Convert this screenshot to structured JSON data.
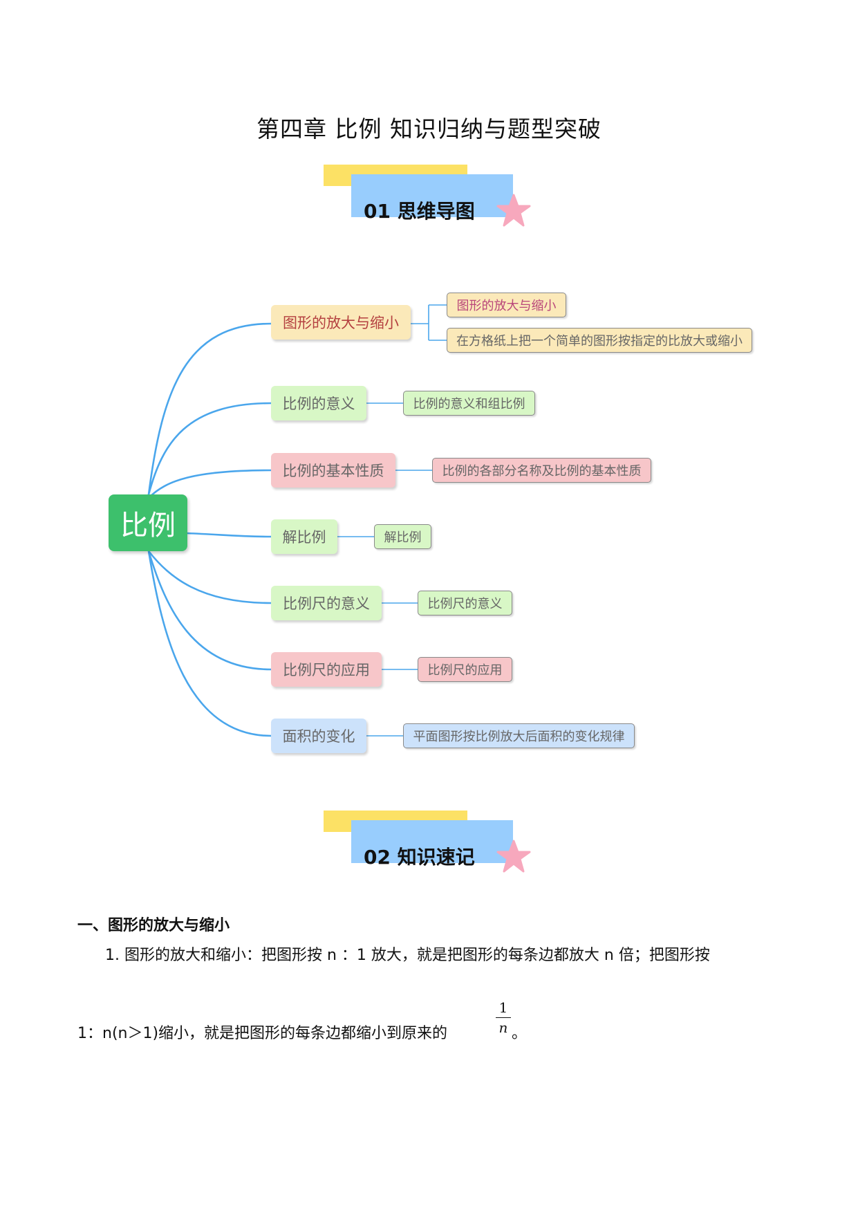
{
  "title": "第四章  比例  知识归纳与题型突破",
  "banner1": {
    "label": "01  思维导图"
  },
  "banner2": {
    "label": "02  知识速记"
  },
  "mindmap": {
    "root": "比例",
    "branches": [
      {
        "label": "图形的放大与缩小",
        "children": [
          "图形的放大与缩小",
          "在方格纸上把一个简单的图形按指定的比放大或缩小"
        ]
      },
      {
        "label": "比例的意义",
        "children": [
          "比例的意义和组比例"
        ]
      },
      {
        "label": "比例的基本性质",
        "children": [
          "比例的各部分名称及比例的基本性质"
        ]
      },
      {
        "label": "解比例",
        "children": [
          "解比例"
        ]
      },
      {
        "label": "比例尺的意义",
        "children": [
          "比例尺的意义"
        ]
      },
      {
        "label": "比例尺的应用",
        "children": [
          "比例尺的应用"
        ]
      },
      {
        "label": "面积的变化",
        "children": [
          "平面图形按比例放大后面积的变化规律"
        ]
      }
    ],
    "colors": {
      "line": "#4aa6ec",
      "root": "#3dc06c"
    }
  },
  "section1": {
    "heading": "一、图形的放大与缩小",
    "p1": "1. 图形的放大和缩小：把图形按 n  ：1 放大，就是把图形的每条边都放大 n 倍；把图形按",
    "p2": "1：n(n＞1)缩小，就是把图形的每条边都缩小到原来的",
    "frac_num": "1",
    "frac_den": "n",
    "p2_end": "。"
  }
}
